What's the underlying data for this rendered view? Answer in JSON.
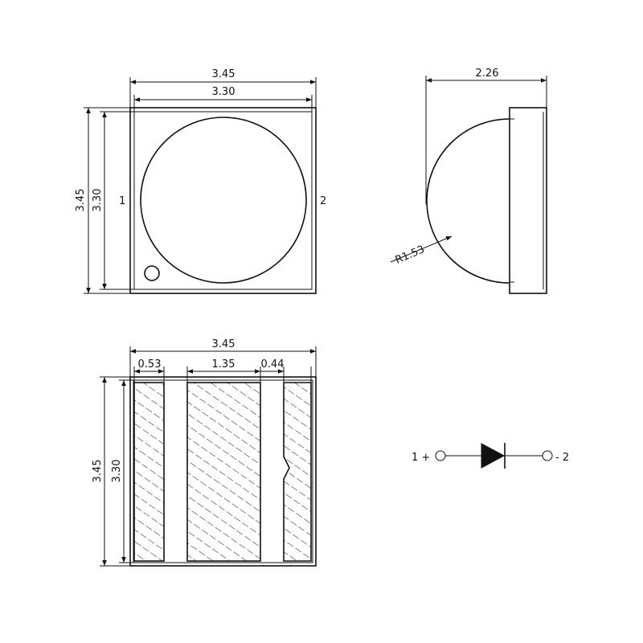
{
  "top_view": {
    "outer_width": "3.45",
    "inner_width": "3.30",
    "outer_height": "3.45",
    "inner_height": "3.30",
    "pin_left": "1",
    "pin_right": "2"
  },
  "side_view": {
    "depth": "2.26",
    "radius": "R1.53"
  },
  "bottom_view": {
    "outer_width": "3.45",
    "pad_left_width": "0.53",
    "pad_center_width": "1.35",
    "pad_right_width": "0.44",
    "outer_height": "3.45",
    "inner_height": "3.30"
  },
  "schematic": {
    "anode_label": "1 +",
    "cathode_label": "- 2"
  }
}
